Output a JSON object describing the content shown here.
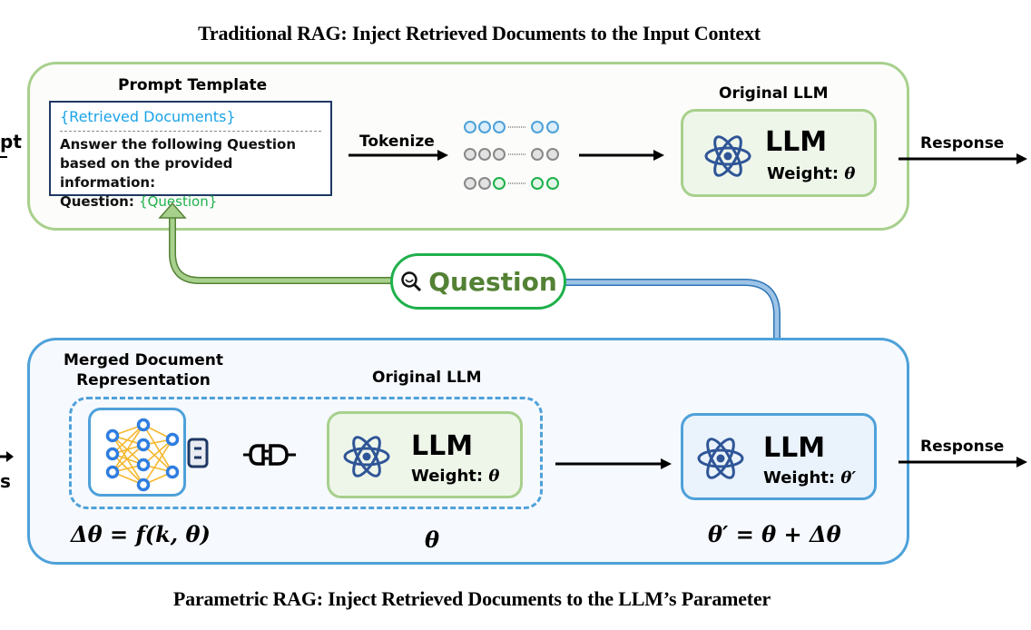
{
  "titles": {
    "top": "Traditional RAG: Inject Retrieved Documents to the Input Context",
    "bottom": "Parametric RAG: Inject Retrieved Documents to the LLM’s Parameter"
  },
  "left_edge": {
    "top_partial": "pt",
    "bottom_partial": "s"
  },
  "traditional": {
    "prompt_template_label": "Prompt Template",
    "prompt": {
      "retrieved_docs": "{Retrieved Documents}",
      "instruction_line1": "Answer the following Question",
      "instruction_line2": "based on the provided information:",
      "question_prefix": "Question: ",
      "question_placeholder": "{Question}"
    },
    "tokenize_label": "Tokenize",
    "token_rows": [
      {
        "color": "blue"
      },
      {
        "color": "gray"
      },
      {
        "color": "mixed"
      }
    ],
    "original_llm_label": "Original LLM",
    "llm": {
      "name": "LLM",
      "weight_prefix": "Weight: ",
      "weight": "θ"
    },
    "response_label": "Response"
  },
  "question_node": {
    "label": "Question",
    "icon": "search-icon"
  },
  "parametric": {
    "merged_label_line1": "Merged Document",
    "merged_label_line2": "Representation",
    "original_llm_label": "Original LLM",
    "llm_orig": {
      "name": "LLM",
      "weight_prefix": "Weight: ",
      "weight": "θ"
    },
    "llm_new": {
      "name": "LLM",
      "weight_prefix": "Weight: ",
      "weight": "θ′"
    },
    "delta_formula": "Δθ = f(k, θ)",
    "theta_label": "θ",
    "update_formula": "θ′ = θ + Δθ",
    "response_label": "Response"
  },
  "colors": {
    "traditional_border": "#a8d08d",
    "parametric_border": "#4ea1d9",
    "question_green": "#548235",
    "retrieved_blue": "#1aa3e8",
    "question_placeholder_green": "#1fb04b",
    "atom_blue": "#2f5597"
  }
}
